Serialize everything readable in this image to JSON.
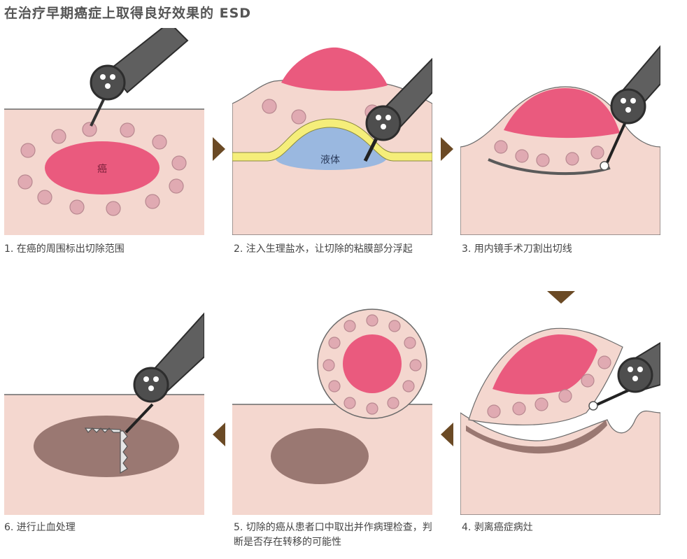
{
  "title": "在治疗早期癌症上取得良好效果的 ESD",
  "colors": {
    "tissue": "#f4d7cf",
    "tumor": "#ea5a7e",
    "dot": "#e0aab2",
    "fluid": "#9ab8e0",
    "mucosa_line": "#f5ee7a",
    "scope": "#666666",
    "wound": "#9a7872",
    "arrow": "#6b4a25"
  },
  "icons": {
    "endoscope": "endoscope-icon",
    "step_arrow": "triangle-arrow-icon"
  },
  "panels": [
    {
      "caption": "1. 在癌的周围标出切除范围",
      "label": "癌"
    },
    {
      "caption": "2. 注入生理盐水，让切除的粘膜部分浮起",
      "label": "液体"
    },
    {
      "caption": "3. 用内镜手术刀割出切线"
    },
    {
      "caption": "4. 剥离癌症病灶"
    },
    {
      "caption": "5. 切除的癌从患者口中取出并作病理检查，判断是否存在转移的可能性"
    },
    {
      "caption": "6. 进行止血处理"
    }
  ]
}
